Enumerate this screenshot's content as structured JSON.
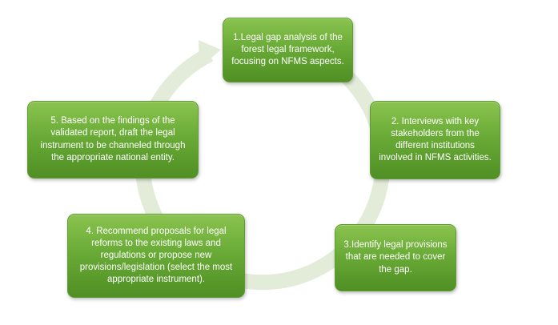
{
  "diagram": {
    "ring_color": "#e3ecd9",
    "box_color": "#6aab37",
    "text_color": "#ffffff",
    "steps": [
      {
        "label": "1.Legal gap analysis of the forest legal framework, focusing on NFMS aspects."
      },
      {
        "label": "2. Interviews with key stakeholders from the different institutions involved in NFMS activities."
      },
      {
        "label": "3.Identify legal provisions that are needed to cover the gap."
      },
      {
        "label": "4. Recommend proposals for legal reforms to the existing laws and regulations or propose new provisions/legislation (select the most appropriate instrument)."
      },
      {
        "label": "5. Based on the findings of the validated report, draft the legal instrument to be channeled through the appropriate national entity."
      }
    ]
  }
}
